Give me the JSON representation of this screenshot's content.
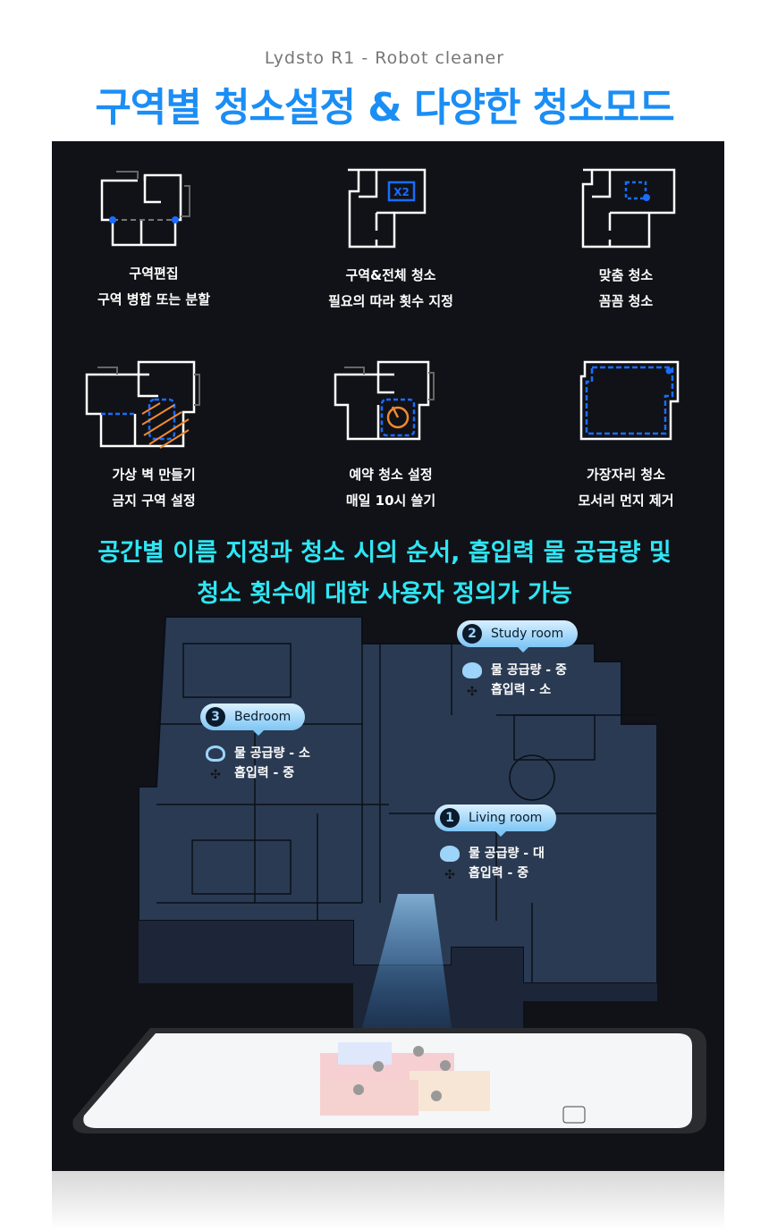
{
  "header": {
    "subtitle": "Lydsto R1 - Robot cleaner",
    "title": "구역별 청소설정 & 다양한 청소모드"
  },
  "features": [
    {
      "icon": "zone-edit-icon",
      "line1": "구역편집",
      "line2": "구역 병합 또는 분할"
    },
    {
      "icon": "repeat-x2-icon",
      "line1": "구역&전체 청소",
      "line2": "필요의 따라 횟수 지정",
      "badge": "X2"
    },
    {
      "icon": "spot-clean-icon",
      "line1": "맞춤 청소",
      "line2": "꼼꼼 청소"
    },
    {
      "icon": "virtual-wall-icon",
      "line1": "가상 벽 만들기",
      "line2": "금지 구역 설정"
    },
    {
      "icon": "schedule-icon",
      "line1": "예약 청소 설정",
      "line2": "매일 10시 쓸기"
    },
    {
      "icon": "edge-clean-icon",
      "line1": "가장자리 청소",
      "line2": "모서리 먼지 제거"
    }
  ],
  "headline": {
    "line1": "공간별 이름 지정과 청소 시의 순서, 흡입력 물 공급량 및",
    "line2": "청소 횟수에 대한 사용자 정의가 가능"
  },
  "rooms": [
    {
      "num": "2",
      "name": "Study room",
      "water": "물 공급량 - 중",
      "suction": "흡입력 - 소"
    },
    {
      "num": "3",
      "name": "Bedroom",
      "water": "물 공급량 - 소",
      "suction": "흡입력 - 중"
    },
    {
      "num": "1",
      "name": "Living room",
      "water": "물 공급량 - 대",
      "suction": "흡입력 - 중"
    }
  ],
  "colors": {
    "title": "#1b8ef5",
    "headline": "#2fe6f5",
    "accent_blue": "#1a6cff",
    "accent_orange": "#f08a30"
  }
}
